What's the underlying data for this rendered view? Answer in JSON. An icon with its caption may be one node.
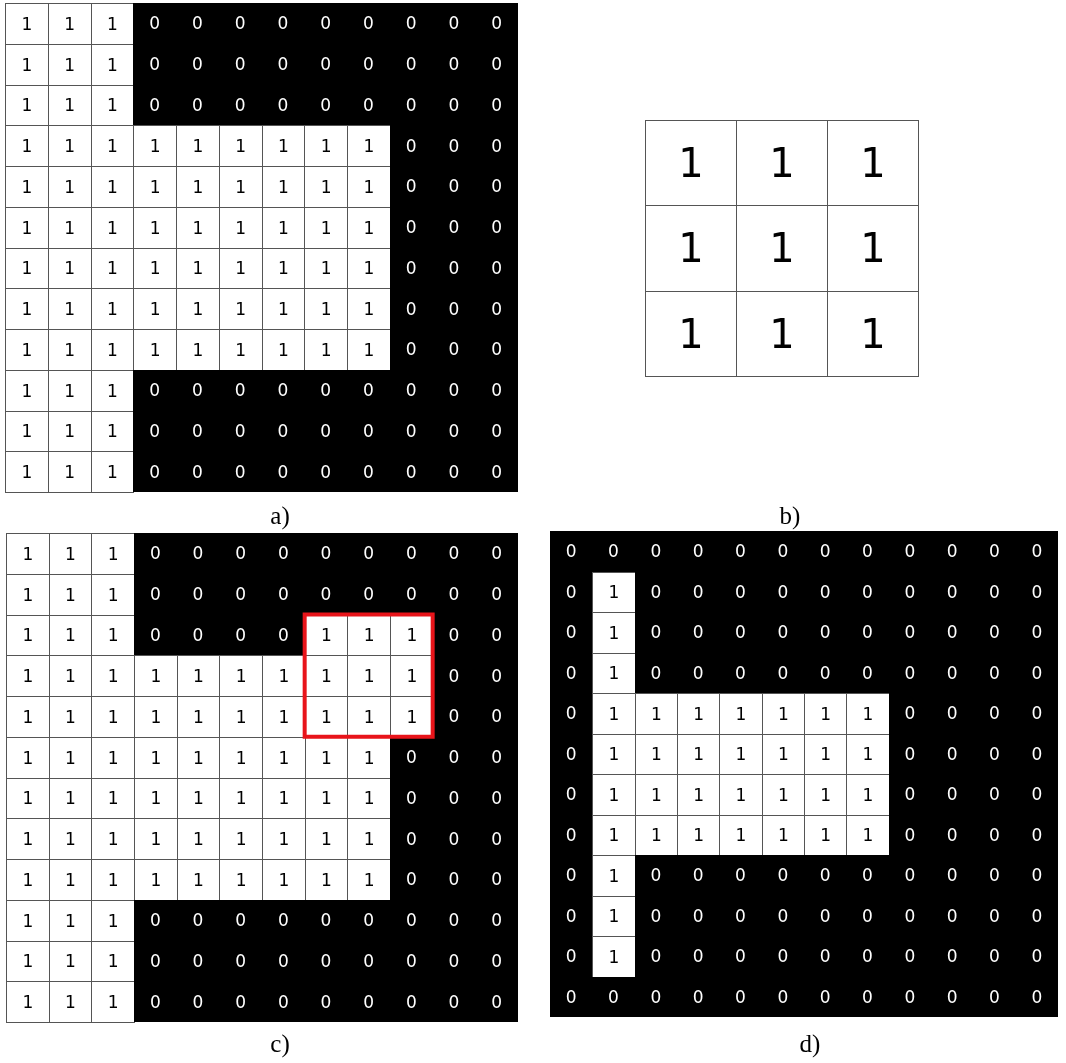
{
  "diagram": {
    "labels": [
      "1",
      "1",
      "1",
      "0",
      "0",
      "0",
      "0",
      "0",
      "0",
      "0",
      "0",
      "0",
      "1",
      "1",
      "1",
      "0",
      "0",
      "0",
      "0",
      "0",
      "0",
      "0",
      "0",
      "0",
      "1",
      "1",
      "1",
      "0",
      "0",
      "0",
      "0",
      "0",
      "0",
      "0",
      "0",
      "0",
      "1",
      "1",
      "1",
      "1",
      "1",
      "1",
      "1",
      "1",
      "1",
      "0",
      "0",
      "0",
      "1",
      "1",
      "1",
      "1",
      "1",
      "1",
      "1",
      "1",
      "1",
      "0",
      "0",
      "0",
      "1",
      "1",
      "1",
      "1",
      "1",
      "1",
      "1",
      "1",
      "1",
      "0",
      "0",
      "0",
      "1",
      "1",
      "1",
      "1",
      "1",
      "1",
      "1",
      "1",
      "1",
      "0",
      "0",
      "0",
      "1",
      "1",
      "1",
      "1",
      "1",
      "1",
      "1",
      "1",
      "1",
      "0",
      "0",
      "0",
      "1",
      "1",
      "1",
      "1",
      "1",
      "1",
      "1",
      "1",
      "1",
      "0",
      "0",
      "0",
      "1",
      "1",
      "1",
      "0",
      "0",
      "0",
      "0",
      "0",
      "0",
      "0",
      "0",
      "0",
      "1",
      "1",
      "1",
      "0",
      "0",
      "0",
      "0",
      "0",
      "0",
      "0",
      "0",
      "0",
      "1",
      "1",
      "1",
      "0",
      "0",
      "0",
      "0",
      "0",
      "0",
      "0",
      "0",
      "0",
      "1",
      "1",
      "1",
      "1",
      "1",
      "1",
      "1",
      "1",
      "1",
      "a)",
      "b)",
      "1",
      "1",
      "1",
      "0",
      "0",
      "0",
      "0",
      "0",
      "0",
      "0",
      "0",
      "0",
      "1",
      "1",
      "1",
      "0",
      "0",
      "0",
      "0",
      "0",
      "0",
      "0",
      "0",
      "0",
      "1",
      "1",
      "1",
      "0",
      "0",
      "0",
      "0",
      "1",
      "1",
      "1",
      "0",
      "0",
      "1",
      "1",
      "1",
      "1",
      "1",
      "1",
      "1",
      "1",
      "1",
      "1",
      "0",
      "0",
      "1",
      "1",
      "1",
      "1",
      "1",
      "1",
      "1",
      "1",
      "1",
      "1",
      "0",
      "0",
      "1",
      "1",
      "1",
      "1",
      "1",
      "1",
      "1",
      "1",
      "1",
      "0",
      "0",
      "0",
      "1",
      "1",
      "1",
      "1",
      "1",
      "1",
      "1",
      "1",
      "1",
      "0",
      "0",
      "0",
      "1",
      "1",
      "1",
      "1",
      "1",
      "1",
      "1",
      "1",
      "1",
      "0",
      "0",
      "0",
      "1",
      "1",
      "1",
      "1",
      "1",
      "1",
      "1",
      "1",
      "1",
      "0",
      "0",
      "0",
      "1",
      "1",
      "1",
      "0",
      "0",
      "0",
      "0",
      "0",
      "0",
      "0",
      "0",
      "0",
      "1",
      "1",
      "1",
      "0",
      "0",
      "0",
      "0",
      "0",
      "0",
      "0",
      "0",
      "0",
      "1",
      "1",
      "1",
      "0",
      "0",
      "0",
      "0",
      "0",
      "0",
      "0",
      "0",
      "0",
      "0",
      "0",
      "0",
      "0",
      "0",
      "0",
      "0",
      "0",
      "0",
      "0",
      "0",
      "0",
      "0",
      "1",
      "0",
      "0",
      "0",
      "0",
      "0",
      "0",
      "0",
      "0",
      "0",
      "0",
      "0",
      "1",
      "0",
      "0",
      "0",
      "0",
      "0",
      "0",
      "0",
      "0",
      "0",
      "0",
      "0",
      "1",
      "0",
      "0",
      "0",
      "0",
      "0",
      "0",
      "0",
      "0",
      "0",
      "0",
      "0",
      "1",
      "1",
      "1",
      "1",
      "1",
      "1",
      "1",
      "0",
      "0",
      "0",
      "0",
      "0",
      "1",
      "1",
      "1",
      "1",
      "1",
      "1",
      "1",
      "0",
      "0",
      "0",
      "0",
      "0",
      "1",
      "1",
      "1",
      "1",
      "1",
      "1",
      "1",
      "0",
      "0",
      "0",
      "0",
      "0",
      "1",
      "1",
      "1",
      "1",
      "1",
      "1",
      "1",
      "0",
      "0",
      "0",
      "0",
      "0",
      "1",
      "0",
      "0",
      "0",
      "0",
      "0",
      "0",
      "0",
      "0",
      "0",
      "0",
      "0",
      "1",
      "0",
      "0",
      "0",
      "0",
      "0",
      "0",
      "0",
      "0",
      "0",
      "0",
      "0",
      "1",
      "0",
      "0",
      "0",
      "0",
      "0",
      "0",
      "0",
      "0",
      "0",
      "0",
      "0",
      "0",
      "0",
      "0",
      "0",
      "0",
      "0",
      "0",
      "0",
      "0",
      "0",
      "0",
      "c)",
      "d)"
    ]
  }
}
